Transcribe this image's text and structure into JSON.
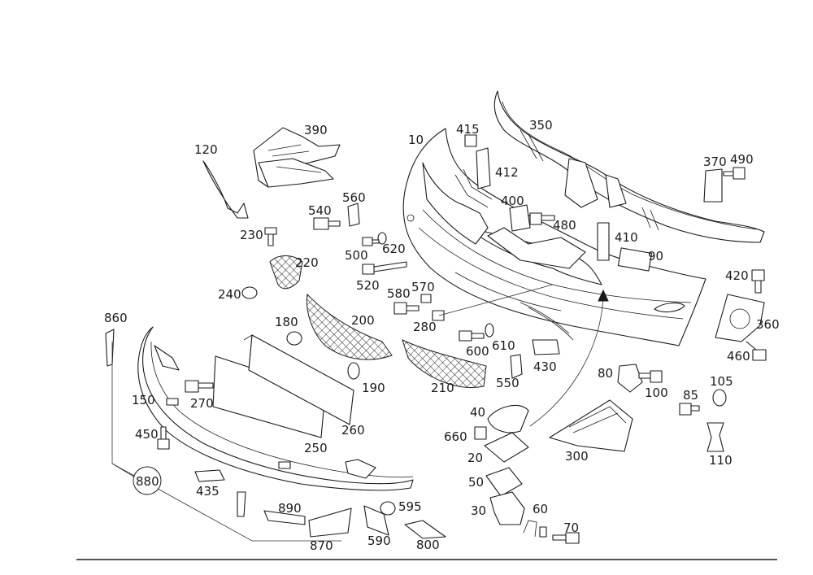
{
  "labels": {
    "p10": "10",
    "p20": "20",
    "p30": "30",
    "p40": "40",
    "p50": "50",
    "p60": "60",
    "p70": "70",
    "p80": "80",
    "p85": "85",
    "p90": "90",
    "p100": "100",
    "p105": "105",
    "p110": "110",
    "p120": "120",
    "p150": "150",
    "p180": "180",
    "p190": "190",
    "p200": "200",
    "p210": "210",
    "p220": "220",
    "p230": "230",
    "p240": "240",
    "p250": "250",
    "p260": "260",
    "p270": "270",
    "p280": "280",
    "p300": "300",
    "p350": "350",
    "p360": "360",
    "p370": "370",
    "p390": "390",
    "p400": "400",
    "p410": "410",
    "p412": "412",
    "p415": "415",
    "p420": "420",
    "p430": "430",
    "p435": "435",
    "p450": "450",
    "p460": "460",
    "p480": "480",
    "p490": "490",
    "p500": "500",
    "p520": "520",
    "p540": "540",
    "p550": "550",
    "p560": "560",
    "p570": "570",
    "p580": "580",
    "p590": "590",
    "p595": "595",
    "p600": "600",
    "p610": "610",
    "p620": "620",
    "p660": "660",
    "p800": "800",
    "p860": "860",
    "p870": "870",
    "p880": "880",
    "p890": "890"
  }
}
